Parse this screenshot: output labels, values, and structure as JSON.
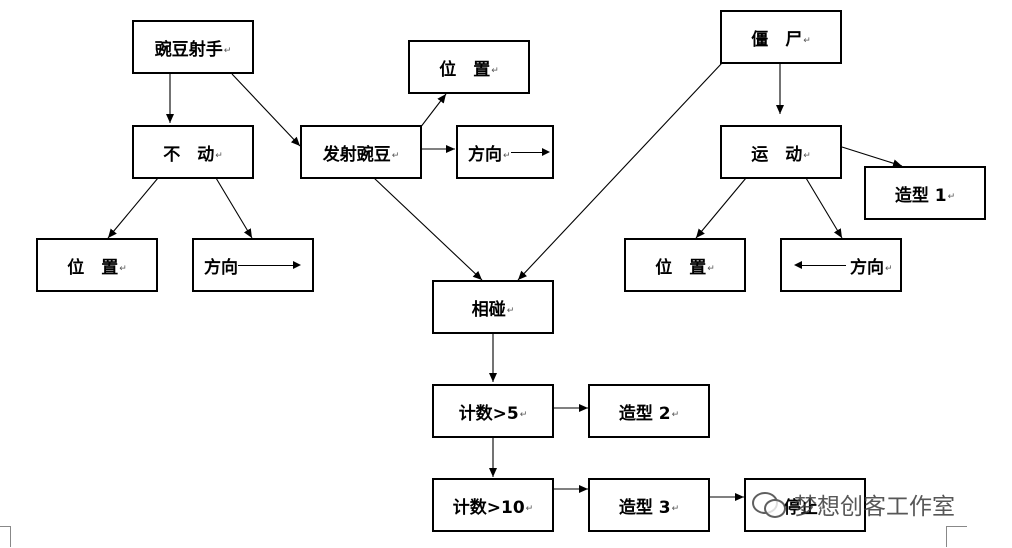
{
  "nodes": {
    "pea_shooter": "豌豆射手",
    "static": "不　动",
    "static_position": "位　置",
    "static_direction": "方向",
    "shoot_pea": "发射豌豆",
    "pea_position": "位　置",
    "pea_direction": "方向",
    "zombie": "僵　尸",
    "move": "运　动",
    "shape1": "造型 1",
    "zombie_position": "位　置",
    "zombie_direction": "方向",
    "collide": "相碰",
    "count5": "计数>5",
    "shape2": "造型 2",
    "count10": "计数>10",
    "shape3": "造型 3",
    "stop": "停止"
  },
  "paragraph_mark": "↵",
  "watermark": "梦想创客工作室"
}
